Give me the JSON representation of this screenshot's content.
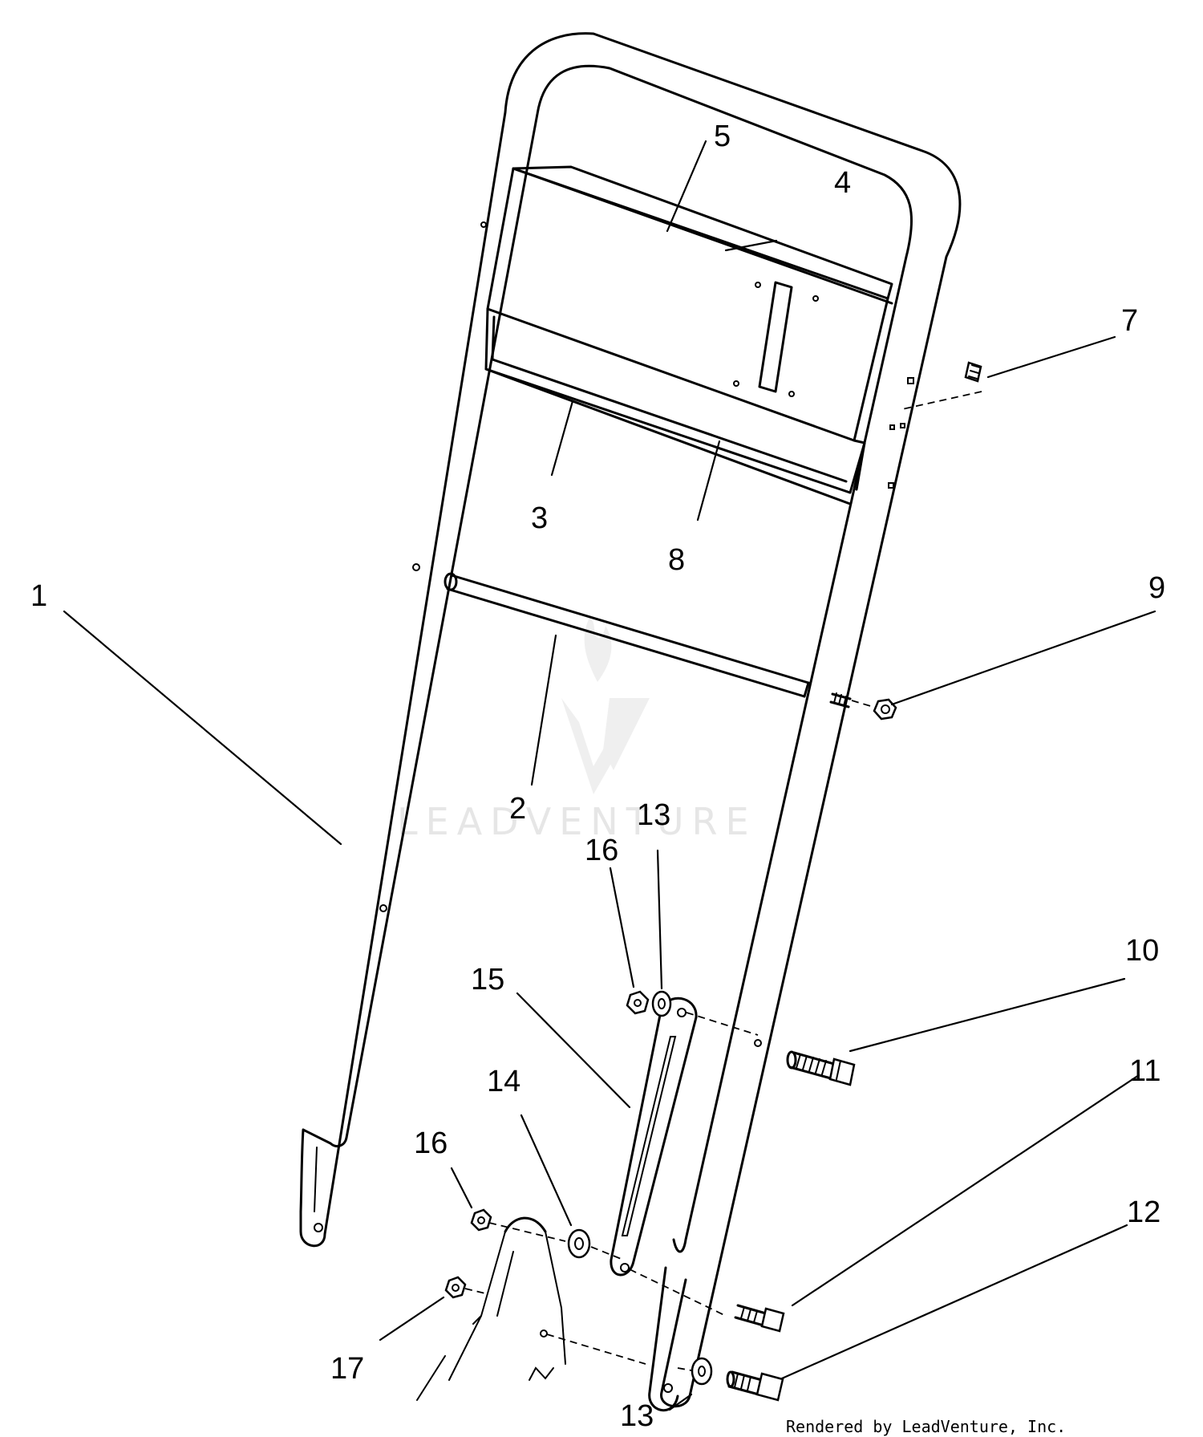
{
  "watermark": {
    "text": "LEADVENTURE"
  },
  "credit": {
    "text": "Rendered by LeadVenture, Inc."
  },
  "callouts": {
    "c1": "1",
    "c2": "2",
    "c3": "3",
    "c4": "4",
    "c5": "5",
    "c6": "7",
    "c7": "8",
    "c8": "9",
    "c9": "10",
    "c10": "11",
    "c11": "12",
    "c12": "13",
    "c13": "13",
    "c14": "14",
    "c15": "15",
    "c16": "16",
    "c17": "16",
    "c18": "17"
  },
  "colors": {
    "line": "#000000",
    "background": "#ffffff",
    "watermark": "#e6e6e6"
  }
}
